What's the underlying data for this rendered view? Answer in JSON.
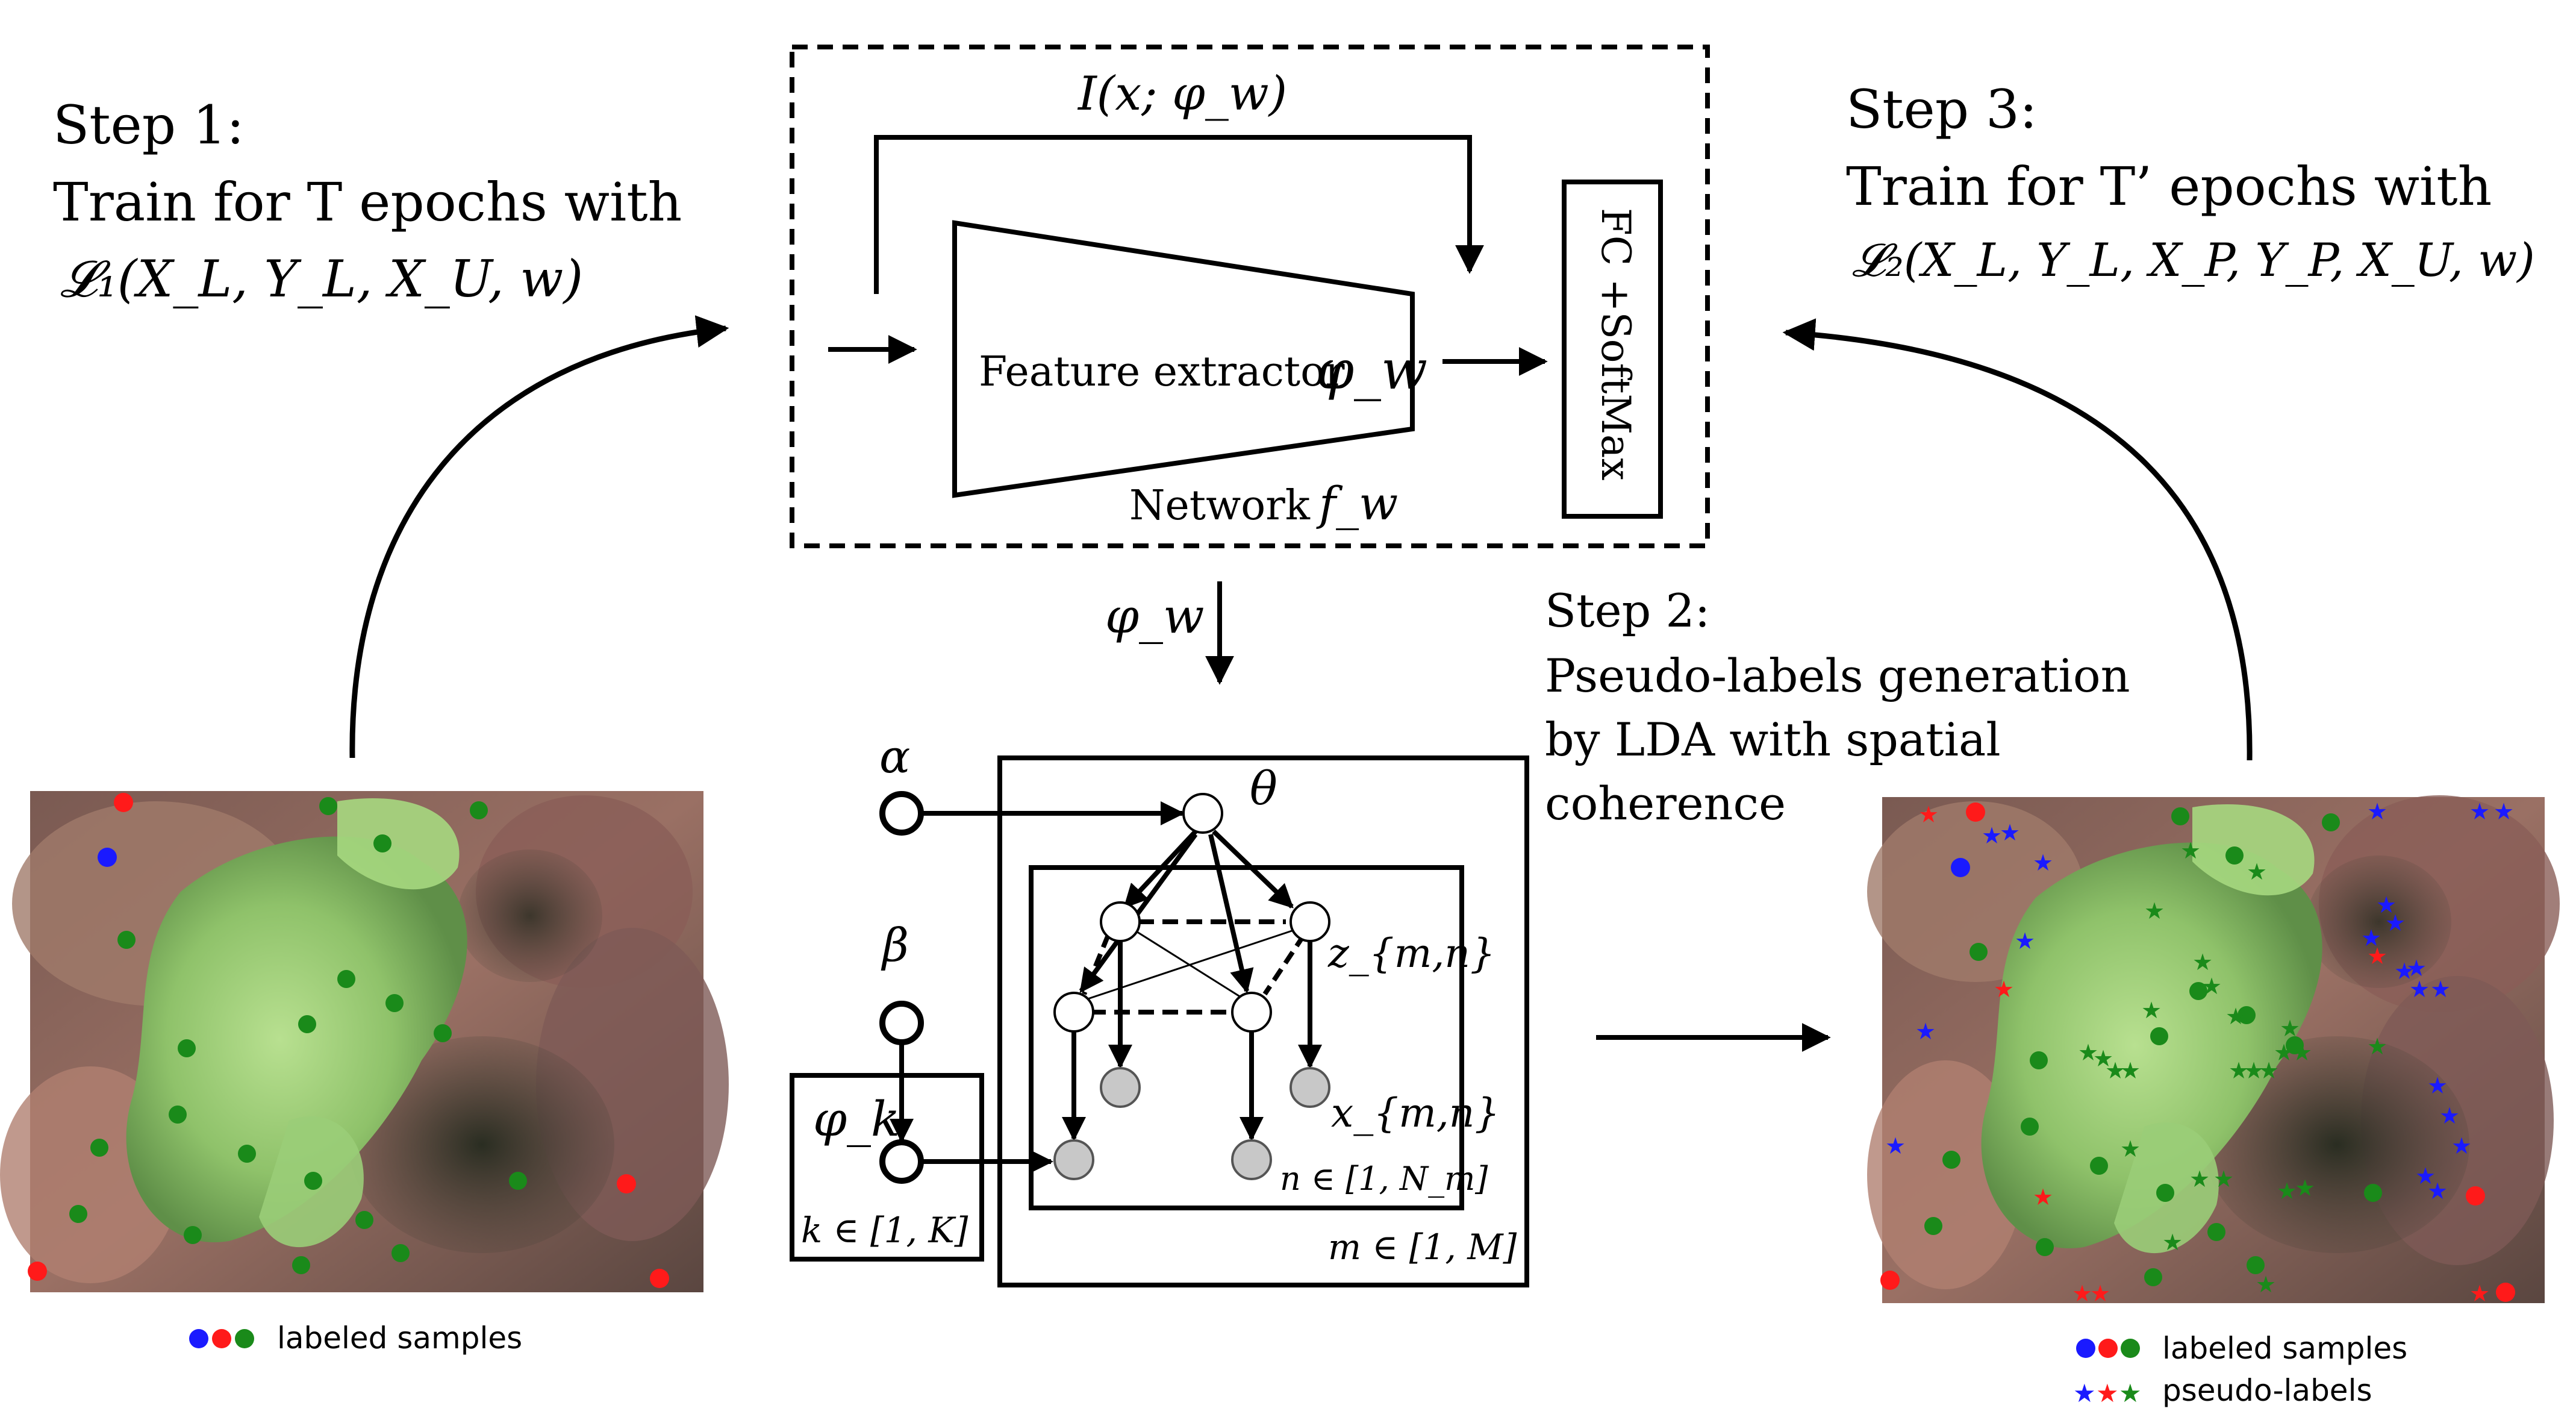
{
  "step1": {
    "title": "Step 1:",
    "line": "Train for T epochs with",
    "loss": "𝓛₁(X_L, Y_L, X_U, w)"
  },
  "step2": {
    "title": "Step 2:",
    "lines": [
      "Pseudo-labels generation",
      "by LDA with spatial",
      "coherence"
    ]
  },
  "step3": {
    "title": "Step 3:",
    "line": "Train for T’ epochs with",
    "loss": "𝓛₂(X_L, Y_L, X_P, Y_P, X_U, w)"
  },
  "network": {
    "skip_label": "I(x; φ_w)",
    "extractor_label": "Feature extractor",
    "extractor_symbol": "φ_w",
    "classifier_label": "FC +SoftMax",
    "network_label": "Network",
    "network_symbol": "f_w",
    "feature_flow_label": "φ_w"
  },
  "lda": {
    "alpha": "α",
    "beta": "β",
    "theta": "θ",
    "phi": "φ_k",
    "z": "z_{m,n}",
    "x": "x_{m,n}",
    "k_range": "k ∈ [1, K]",
    "n_range": "n ∈ [1, N_m]",
    "m_range": "m ∈ [1, M]"
  },
  "legend_left": {
    "labeled": "labeled samples"
  },
  "legend_right": {
    "labeled": "labeled samples",
    "pseudo": "pseudo-labels"
  },
  "colors": {
    "blue": "#1a1aff",
    "red": "#ff1a1a",
    "green": "#1a8a1a",
    "node_shaded": "#c8c8c8"
  },
  "icons": [
    "dot-blue",
    "dot-red",
    "dot-green",
    "star-blue",
    "star-red",
    "star-green"
  ]
}
